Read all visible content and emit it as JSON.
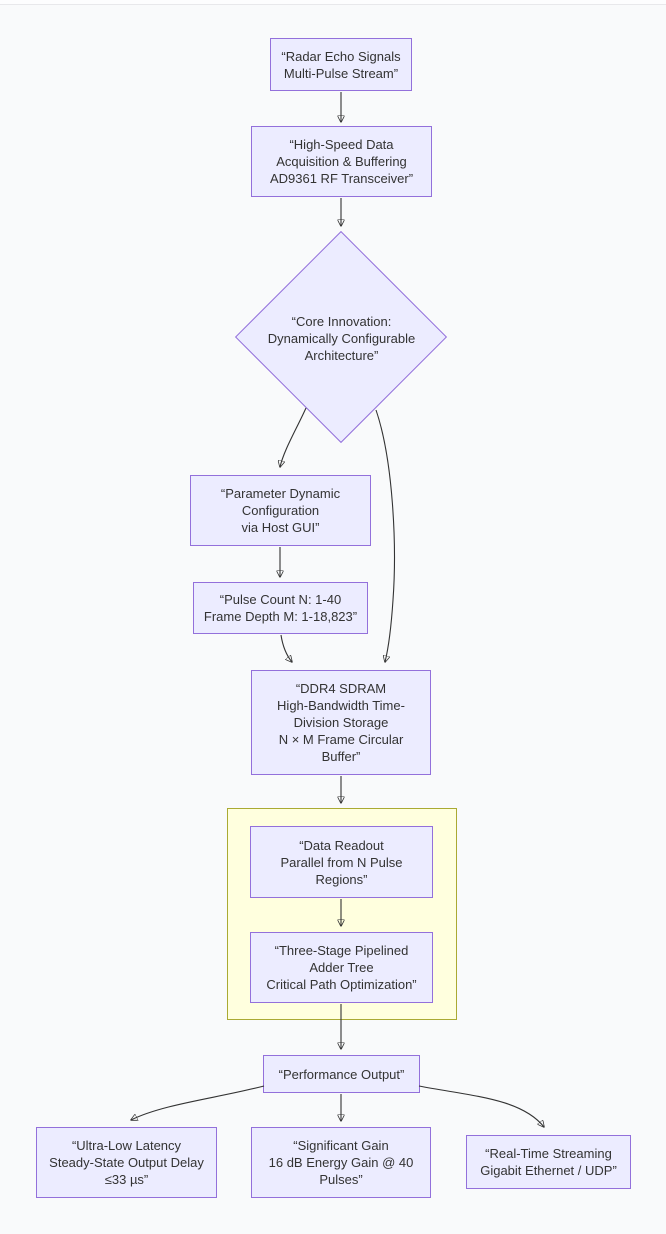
{
  "diagram": {
    "type": "flowchart",
    "colors": {
      "node_fill": "#ECECFF",
      "node_border": "#9370DB",
      "cluster_fill": "#FFFFDE",
      "cluster_border": "#AAAA33",
      "edge": "#333333",
      "text": "#333333",
      "background": "#F9FAFB"
    },
    "nodes": {
      "radar": {
        "label": "“Radar Echo Signals\nMulti-Pulse Stream”"
      },
      "acquisition": {
        "label": "“High-Speed Data\nAcquisition & Buffering\nAD9361 RF Transceiver”"
      },
      "core_decision": {
        "label": "“Core Innovation:\nDynamically Configurable\nArchitecture”"
      },
      "param_config": {
        "label": "“Parameter Dynamic\nConfiguration\nvia Host GUI”"
      },
      "pulse_count": {
        "label": "“Pulse Count N: 1-40\nFrame Depth M: 1-18,823”"
      },
      "ddr4": {
        "label": "“DDR4 SDRAM\nHigh-Bandwidth Time-\nDivision Storage\nN × M Frame Circular\nBuffer”"
      },
      "data_readout": {
        "label": "“Data Readout\nParallel from N Pulse\nRegions”"
      },
      "adder_tree": {
        "label": "“Three-Stage Pipelined\nAdder Tree\nCritical Path Optimization”"
      },
      "performance": {
        "label": "“Performance Output”"
      },
      "latency": {
        "label": "“Ultra-Low Latency\nSteady-State Output Delay\n≤33 µs”"
      },
      "gain": {
        "label": "“Significant Gain\n16 dB Energy Gain @ 40\nPulses”"
      },
      "streaming": {
        "label": "“Real-Time Streaming\nGigabit Ethernet / UDP”"
      }
    }
  }
}
